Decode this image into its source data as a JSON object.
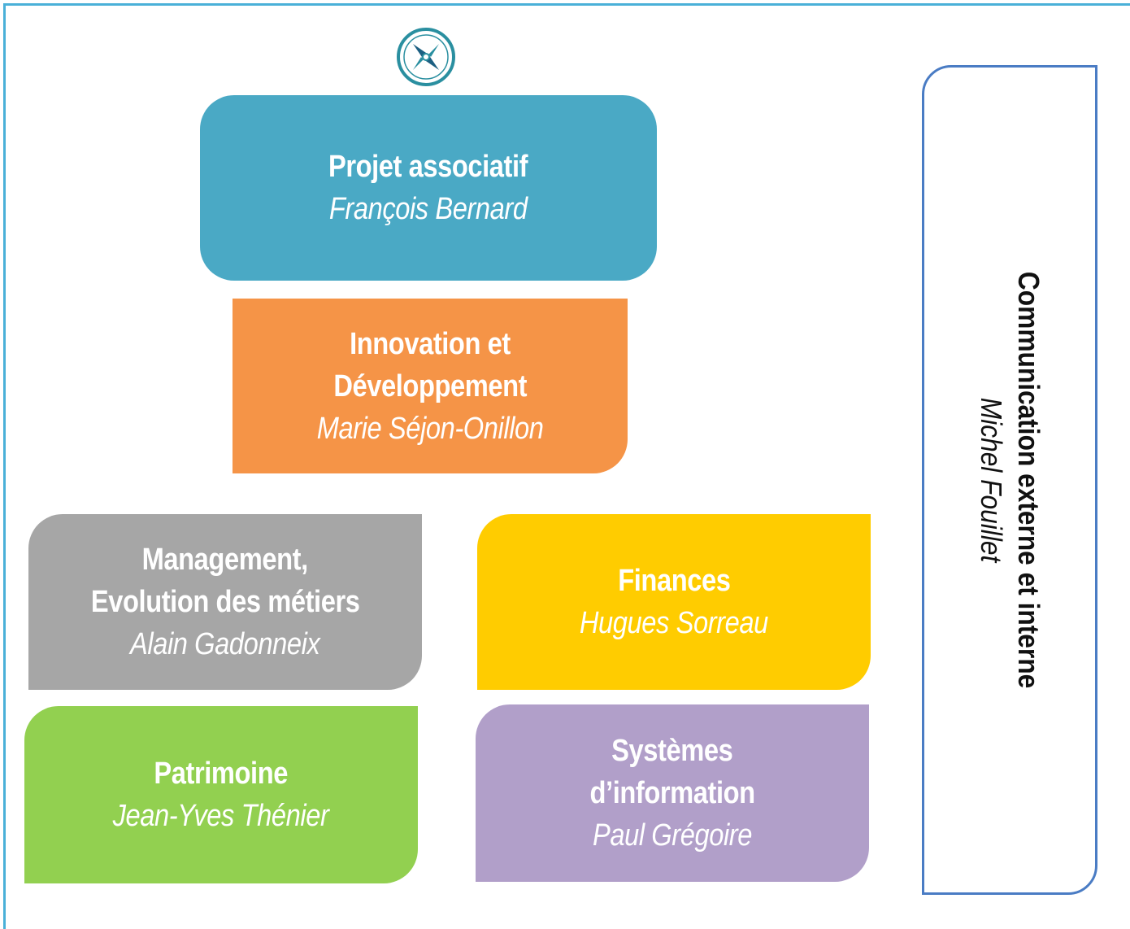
{
  "colors": {
    "frame": "#4ab0d8",
    "projet": "#4aa9c5",
    "innovation": "#f59447",
    "management": "#a6a6a6",
    "finances": "#ffcc00",
    "patrimoine": "#92d050",
    "systemes": "#b19fc9",
    "communication_border": "#4a7cc4",
    "compass": "#2a8fa0"
  },
  "icon": "compass-icon",
  "blocks": {
    "projet": {
      "title": "Projet associatif",
      "name": "François Bernard"
    },
    "innovation": {
      "title_line1": "Innovation et",
      "title_line2": "Développement",
      "name": "Marie Séjon-Onillon"
    },
    "management": {
      "title_line1": "Management,",
      "title_line2": "Evolution des métiers",
      "name": "Alain Gadonneix"
    },
    "finances": {
      "title": "Finances",
      "name": "Hugues Sorreau"
    },
    "patrimoine": {
      "title": "Patrimoine",
      "name": "Jean-Yves Thénier"
    },
    "systemes": {
      "title_line1": "Systèmes",
      "title_line2": "d’information",
      "name": "Paul Grégoire"
    },
    "communication": {
      "title": "Communication externe et interne",
      "name": "Michel Fouillet"
    }
  }
}
